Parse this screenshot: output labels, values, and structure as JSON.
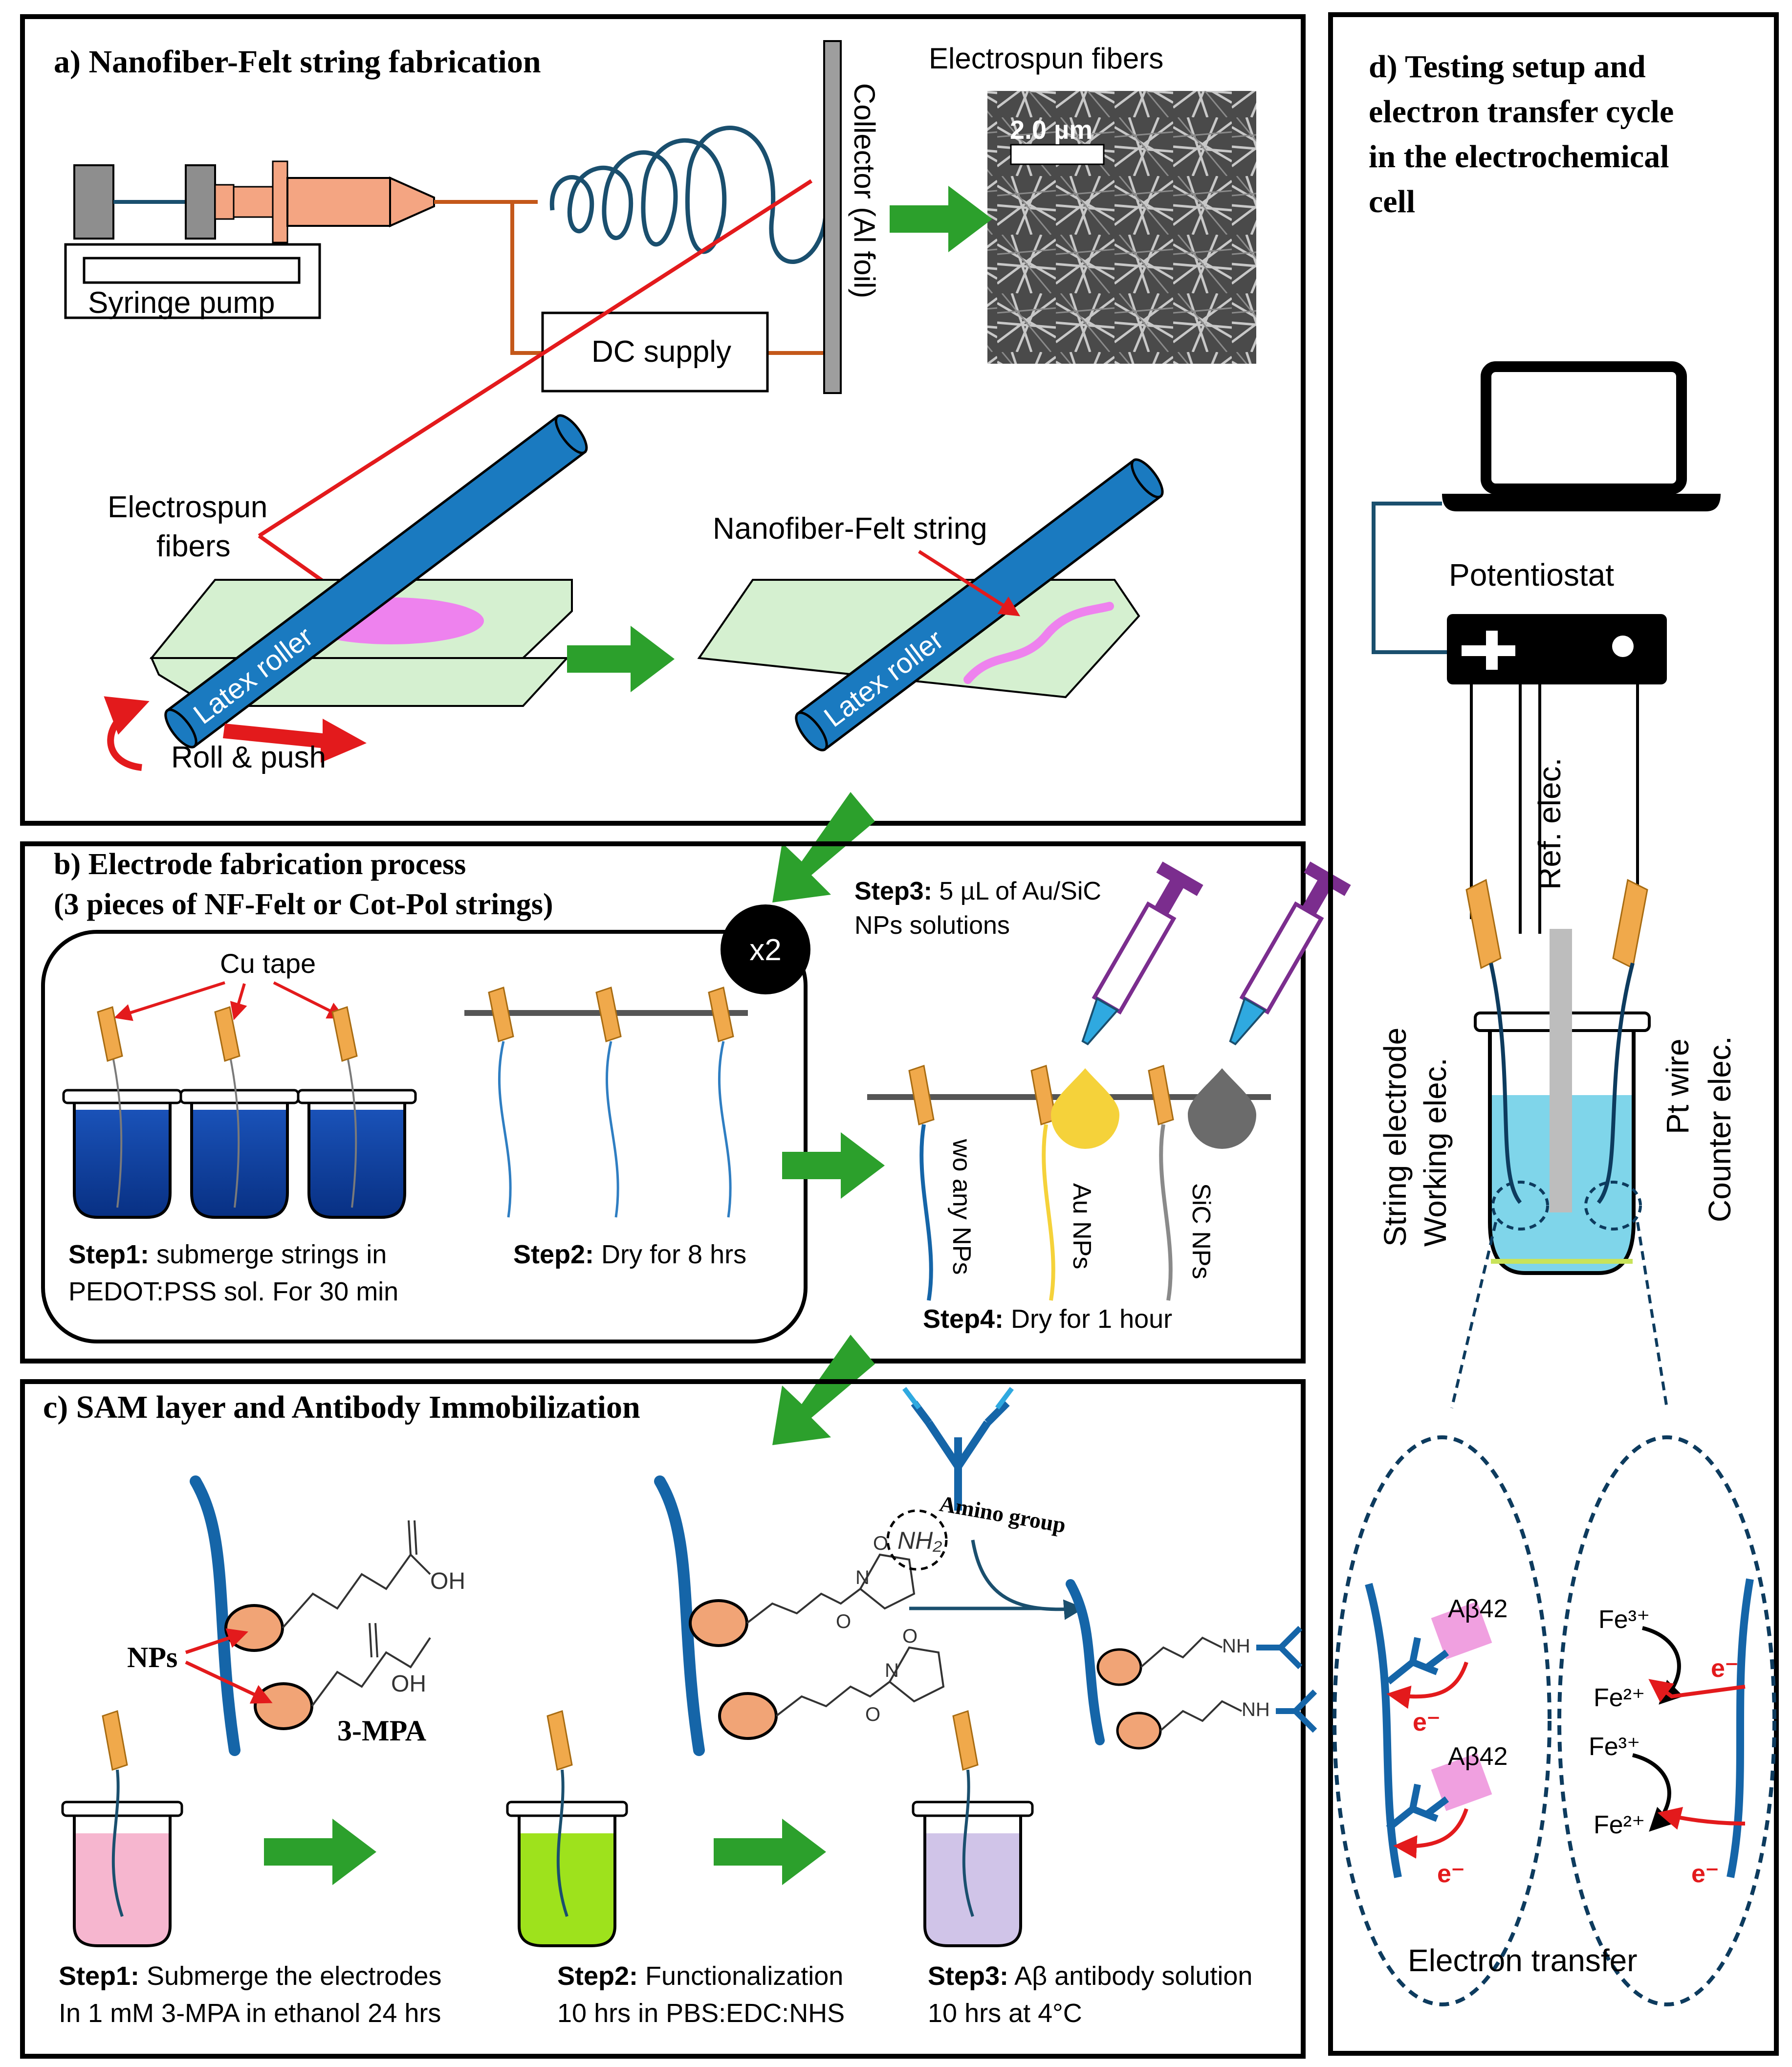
{
  "panel_a": {
    "title": "a) Nanofiber-Felt string fabrication",
    "syringe_pump": "Syringe pump",
    "dc_supply": "DC supply",
    "collector": "Collector (Al foil)",
    "fibers_caption": "Electrospun fibers",
    "scale_bar": "2.0 µm",
    "electrospun_line1": "Electrospun",
    "electrospun_line2": "fibers",
    "roller": "Latex roller",
    "string_label": "Nanofiber-Felt string",
    "roll_push": "Roll & push"
  },
  "panel_b": {
    "title_line1": "b) Electrode fabrication process",
    "title_line2": "(3 pieces of NF-Felt or Cot-Pol strings)",
    "repeat": "x2",
    "cu_tape": "Cu tape",
    "step1_bold": "Step1:",
    "step1_rest": " submerge strings in",
    "step1_line2": "PEDOT:PSS sol. For 30 min",
    "step2_bold": "Step2:",
    "step2_rest": " Dry for 8 hrs",
    "step3_bold": "Step3:",
    "step3_rest": " 5 µL of Au/SiC",
    "step3_line2": "NPs solutions",
    "string_wo": "wo any NPs",
    "string_au": "Au NPs",
    "string_sic": "SiC NPs",
    "step4_bold": "Step4:",
    "step4_rest": " Dry for 1 hour"
  },
  "panel_c": {
    "title": "c) SAM layer and Antibody Immobilization",
    "oh": "OH",
    "nps": "NPs",
    "mpa": "3-MPA",
    "o": "O",
    "n": "N",
    "nh2": "NH₂",
    "amino": "Amino group",
    "nh": "NH",
    "step1_bold": "Step1:",
    "step1_rest": " Submerge the electrodes",
    "step1_line2": "In 1 mM 3-MPA in ethanol 24 hrs",
    "step2_bold": "Step2:",
    "step2_rest": " Functionalization",
    "step2_line2": "10 hrs in PBS:EDC:NHS",
    "step3_bold": "Step3:",
    "step3_rest": " Aβ antibody solution",
    "step3_line2": "10 hrs at 4°C"
  },
  "panel_d": {
    "title_line1": "d) Testing setup and",
    "title_line2": "electron transfer cycle",
    "title_line3": "in the electrochemical",
    "title_line4": "cell",
    "potentiostat": "Potentiostat",
    "ref_elec": "Ref. elec.",
    "string_electrode": "String electrode",
    "working_elec": "Working elec.",
    "pt_wire": "Pt wire",
    "counter_elec": "Counter elec.",
    "abeta": "Aβ42",
    "electron": "e⁻",
    "fe3": "Fe³⁺",
    "fe2": "Fe²⁺",
    "electron_transfer": "Electron transfer"
  },
  "colors": {
    "panel_border": "#000000",
    "green_arrow": "#2ca02c",
    "red_arrow": "#e31a1c",
    "string_blue": "#1565a8",
    "roller_blue": "#1a7ac0",
    "copper_tape": "#f0a94b",
    "pedot_blue": "#0a3d9a",
    "cell_solution": "#7fd5ea",
    "felt_pink": "#ee82ee",
    "nps_orange": "#f1a476"
  },
  "icons": [
    "laptop-icon",
    "potentiostat-icon",
    "syringe-icon",
    "pipette-icon",
    "test-tube-icon",
    "antibody-icon"
  ]
}
